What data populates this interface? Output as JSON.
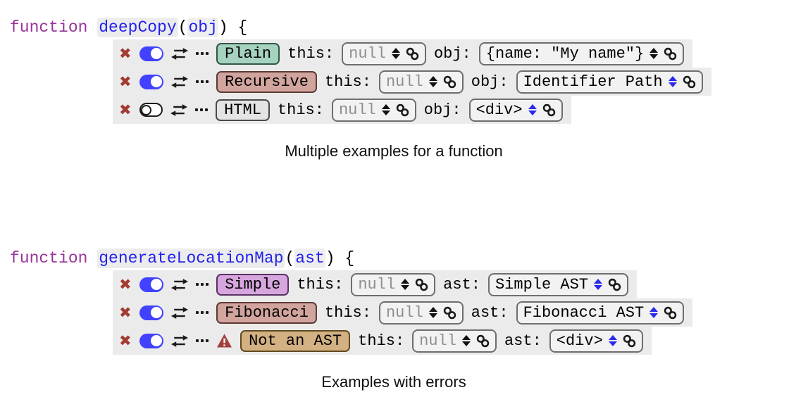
{
  "palette": {
    "panel_bg": "#ebebeb",
    "box_bg": "#f2f2f2",
    "box_border": "#6e6e6e",
    "keyword_color": "#993399",
    "identifier_color": "#2222ee",
    "muted_text": "#8f8f8f",
    "toggle_on_blue": "#4141ff",
    "linked_stepper_blue": "#2a2af0",
    "delete_red": "#a33a32",
    "warning_red": "#a1403a"
  },
  "icons": {
    "delete": "x-icon",
    "enabled_switch": "toggle-icon",
    "swap": "exchange-arrows-icon",
    "more": "ellipsis-icon",
    "warning": "warning-triangle-icon",
    "stepper": "up-down-stepper-icon",
    "link": "chain-link-icon"
  },
  "blocks": [
    {
      "code": {
        "keyword": "function",
        "name": "deepCopy",
        "paren_open": "(",
        "param": "obj",
        "paren_close": ") {"
      },
      "caption": "Multiple examples for a function",
      "examples": [
        {
          "name": "Plain",
          "badge_bg": "#a5d3bf",
          "badge_border": "#33574a",
          "enabled": true,
          "warning": false,
          "this_label": "this:",
          "this_value": "null",
          "arg_label": "obj:",
          "arg_value": "{name: \"My name\"}",
          "arg_linked": false
        },
        {
          "name": "Recursive",
          "badge_bg": "#d2a49e",
          "badge_border": "#5d3a36",
          "enabled": true,
          "warning": false,
          "this_label": "this:",
          "this_value": "null",
          "arg_label": "obj:",
          "arg_value": "Identifier Path",
          "arg_linked": true
        },
        {
          "name": "HTML",
          "badge_bg": "#e4e4e4",
          "badge_border": "#4a4a4a",
          "enabled": false,
          "warning": false,
          "this_label": "this:",
          "this_value": "null",
          "arg_label": "obj:",
          "arg_value": "<div>",
          "arg_linked": true
        }
      ]
    },
    {
      "code": {
        "keyword": "function",
        "name": "generateLocationMap",
        "paren_open": "(",
        "param": "ast",
        "paren_close": ") {"
      },
      "caption": "Examples with errors",
      "examples": [
        {
          "name": "Simple",
          "badge_bg": "#d7a6de",
          "badge_border": "#5a3263",
          "enabled": true,
          "warning": false,
          "this_label": "this:",
          "this_value": "null",
          "arg_label": "ast:",
          "arg_value": "Simple AST",
          "arg_linked": true
        },
        {
          "name": "Fibonacci",
          "badge_bg": "#d2a49e",
          "badge_border": "#5d3a36",
          "enabled": true,
          "warning": false,
          "this_label": "this:",
          "this_value": "null",
          "arg_label": "ast:",
          "arg_value": "Fibonacci AST",
          "arg_linked": true
        },
        {
          "name": "Not an AST",
          "badge_bg": "#d3b183",
          "badge_border": "#5f4a20",
          "enabled": true,
          "warning": true,
          "this_label": "this:",
          "this_value": "null",
          "arg_label": "ast:",
          "arg_value": "<div>",
          "arg_linked": true
        }
      ]
    }
  ]
}
